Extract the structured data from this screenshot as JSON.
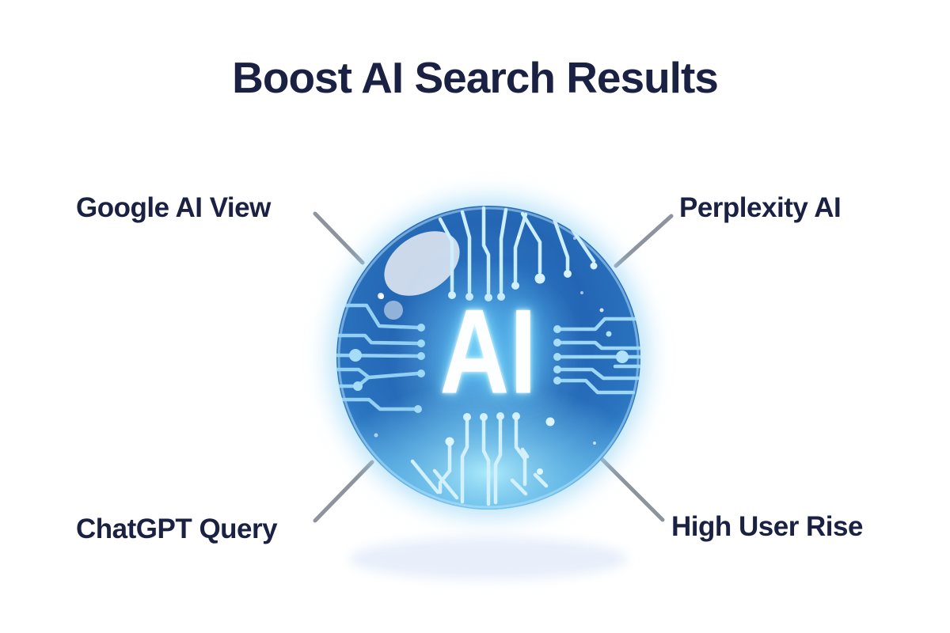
{
  "title": "Boost AI Search Results",
  "orb": {
    "label": "AI"
  },
  "labels": {
    "top_left": "Google AI View",
    "top_right": "Perplexity AI",
    "bottom_left": "ChatGPT Query",
    "bottom_right": "High User Rise"
  },
  "colors": {
    "heading_navy": "#1b2143",
    "connector_gray": "#8d949e",
    "orb_core_blue": "#2466b4",
    "orb_rim_cyan": "#7ecbf1",
    "circuit_top_bottom": "#d2f1fd",
    "circuit_sides": "#9ad4f4",
    "ai_glow_cyan": "#96e7ff",
    "ground_shadow": "#e8effb",
    "background": "#ffffff"
  }
}
